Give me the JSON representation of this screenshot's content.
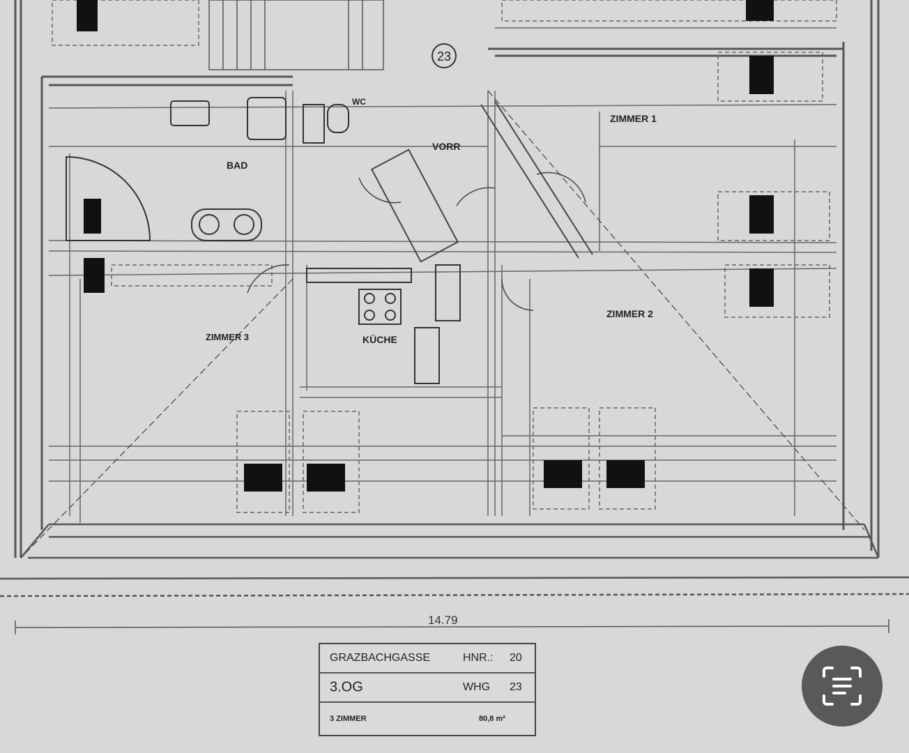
{
  "apartment_number": "23",
  "overall_dimension": "14.79",
  "rooms": {
    "zimmer1": {
      "name": "ZIMMER 1"
    },
    "zimmer2": {
      "name": "ZIMMER 2"
    },
    "zimmer3": {
      "name": "ZIMMER 3"
    },
    "kueche": {
      "name": "KÜCHE"
    },
    "bad": {
      "name": "BAD"
    },
    "wc": {
      "name": "WC"
    },
    "vorr": {
      "name": "VORR"
    }
  },
  "title_block": {
    "street": "GRAZBACHGASSE",
    "hnr_label": "HNR.:",
    "hnr_value": "20",
    "floor": "3.OG",
    "whg_label": "WHG",
    "whg_value": "23",
    "type": "3 ZIMMER",
    "area": "80,8 m²"
  },
  "scan_button": {
    "icon": "document-scan-icon"
  }
}
